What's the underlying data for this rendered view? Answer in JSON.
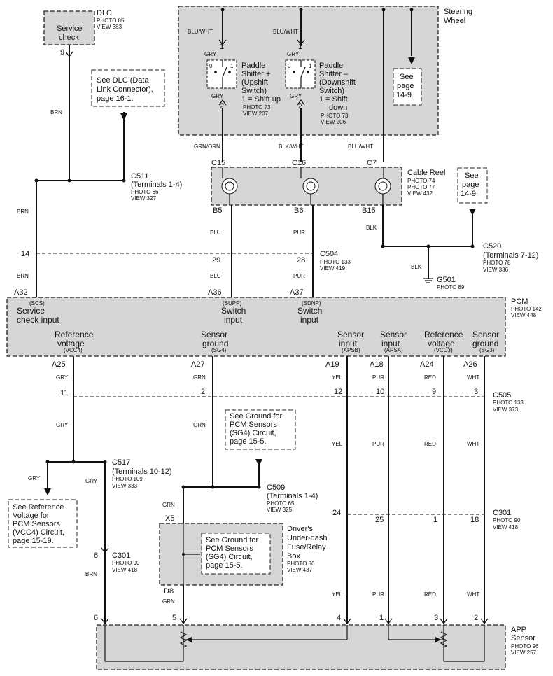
{
  "dlc": {
    "title": "DLC",
    "photo": "PHOTO 85",
    "view": "VIEW 383",
    "box_text": [
      "Service",
      "check"
    ],
    "pin": "9",
    "wire": "BRN"
  },
  "note_dlc": [
    "See DLC (Data",
    "Link Connector),",
    "page 16-1."
  ],
  "c511": {
    "title": "C511",
    "terminals": "(Terminals 1-4)",
    "photo": "PHOTO 66",
    "view": "VIEW 327"
  },
  "steering": {
    "title": [
      "Steering",
      "Wheel"
    ],
    "wire_left_top": "BLU/WHT",
    "wire_right_top": "BLU/WHT",
    "left_pin_top": "1",
    "left_pin_bot": "2",
    "right_pin_top": "1",
    "right_pin_bot": "2",
    "gry": "GRY",
    "switch_nums": [
      "0",
      "1"
    ],
    "plus_name": [
      "Paddle",
      "Shifter +",
      "(Upshift",
      "Switch)",
      "1 = Shift up"
    ],
    "plus_photo": "PHOTO 73",
    "plus_view": "VIEW 207",
    "minus_name": [
      "Paddle",
      "Shifter –",
      "(Downshift",
      "Switch)",
      "1 = Shift",
      "down"
    ],
    "minus_photo": "PHOTO 73",
    "minus_view": "VIEW 206",
    "note": [
      "See",
      "page",
      "14-9."
    ]
  },
  "cable_reel": {
    "title": "Cable Reel",
    "photos": [
      "PHOTO 74",
      "PHOTO 77"
    ],
    "view": "VIEW 432",
    "top_pins": [
      "C15",
      "C16",
      "C7"
    ],
    "bottom_pins": [
      "B5",
      "B6",
      "B15"
    ],
    "top_wires": [
      "GRN/ORN",
      "BLK/WHT",
      "BLU/WHT"
    ],
    "bottom_wires": [
      "BLU",
      "PUR",
      "BLK"
    ]
  },
  "note_cable_reel": [
    "See",
    "page",
    "14-9."
  ],
  "c520": {
    "title": "C520",
    "terminals": "(Terminals 7-12)",
    "photo": "PHOTO 78",
    "view": "VIEW 336"
  },
  "g501": {
    "title": "G501",
    "photo": "PHOTO 89",
    "wire": "BLK"
  },
  "c504": {
    "title": "C504",
    "photo": "PHOTO 133",
    "view": "VIEW 419",
    "pins": [
      "14",
      "29",
      "28"
    ],
    "wires_below": [
      "BRN",
      "BLU",
      "PUR"
    ],
    "wire_above": "BRN"
  },
  "pcm": {
    "title": "PCM",
    "photo": "PHOTO 142",
    "view": "VIEW 448",
    "top_pins": [
      "A32",
      "A36",
      "A37"
    ],
    "top_signals": [
      "(SCS)",
      "(SUPP)",
      "(SDNP)"
    ],
    "top_labels": [
      [
        "Service",
        "check input"
      ],
      [
        "Switch",
        "input"
      ],
      [
        "Switch",
        "input"
      ]
    ],
    "bottom_labels": [
      [
        "Reference",
        "voltage"
      ],
      [
        "Sensor",
        "ground"
      ],
      [
        "Sensor",
        "input"
      ],
      [
        "Sensor",
        "input"
      ],
      [
        "Reference",
        "voltage"
      ],
      [
        "Sensor",
        "ground"
      ]
    ],
    "bottom_signals": [
      "(VCC4)",
      "(SG4)",
      "(APSB)",
      "(APSA)",
      "(VCC3)",
      "(SG3)"
    ],
    "bottom_pins": [
      "A25",
      "A27",
      "A19",
      "A18",
      "A24",
      "A26"
    ],
    "bottom_wires": [
      "GRY",
      "GRN",
      "YEL",
      "PUR",
      "RED",
      "WHT"
    ]
  },
  "c505": {
    "title": "C505",
    "photo": "PHOTO 133",
    "view": "VIEW 373",
    "pins": [
      "11",
      "2",
      "12",
      "10",
      "9",
      "3"
    ]
  },
  "mid_wires": [
    "GRY",
    "GRN",
    "YEL",
    "PUR",
    "RED",
    "WHT"
  ],
  "note_sg4": [
    "See Ground for",
    "PCM Sensors",
    "(SG4) Circuit,",
    "page 15-5."
  ],
  "c517": {
    "title": "C517",
    "terminals": "(Terminals 10-12)",
    "photo": "PHOTO 109",
    "view": "VIEW 333",
    "wire_left": "GRY",
    "wire_right": "GRY"
  },
  "c509": {
    "title": "C509",
    "terminals": "(Terminals 1-4)",
    "photo": "PHOTO 65",
    "view": "VIEW 325",
    "wire": "GRN"
  },
  "note_vcc4": [
    "See Reference",
    "Voltage for",
    "PCM Sensors",
    "(VCC4) Circuit,",
    "page 15-19."
  ],
  "fuse_box": {
    "pin_top": "X5",
    "pin_bot": "D8",
    "title": [
      "Driver's",
      "Under-dash",
      "Fuse/Relay",
      "Box"
    ],
    "photo": "PHOTO 86",
    "view": "VIEW 437",
    "note": [
      "See Ground for",
      "PCM Sensors",
      "(SG4) Circuit,",
      "page 15-5."
    ],
    "wire_below": "GRN"
  },
  "c301_right": {
    "title": "C301",
    "photo": "PHOTO 90",
    "view": "VIEW 418",
    "pins": [
      "24",
      "25",
      "1",
      "18"
    ]
  },
  "c301_left": {
    "title": "C301",
    "photo": "PHOTO 90",
    "view": "VIEW 418",
    "pin": "6",
    "wire": "BRN"
  },
  "low_wires": [
    "YEL",
    "PUR",
    "RED",
    "WHT"
  ],
  "app": {
    "title": [
      "APP",
      "Sensor"
    ],
    "photo": "PHOTO 96",
    "view": "VIEW 257",
    "pins": [
      "6",
      "5",
      "4",
      "1",
      "3",
      "2"
    ]
  }
}
